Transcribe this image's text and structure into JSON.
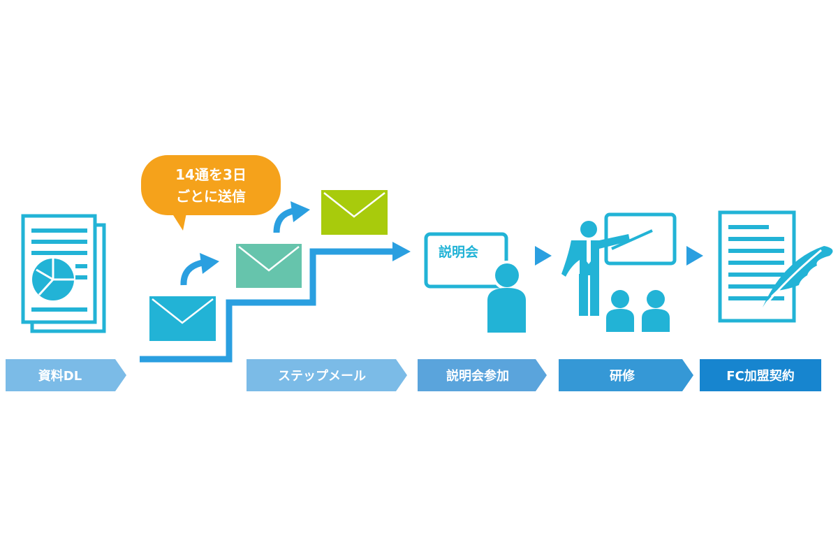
{
  "colors": {
    "cyan": "#22b3d6",
    "step_blue": "#2a9fe0",
    "orange": "#f5a21b",
    "teal_envelope": "#66c4ac",
    "green_envelope": "#a8cb0c",
    "label_1": "#7bbbe7",
    "label_2": "#7bbbe7",
    "label_3": "#5aa4dc",
    "label_4": "#3598d6",
    "label_5": "#1785cf",
    "white": "#ffffff"
  },
  "bubble": {
    "line1": "14通を3日",
    "line2": "ごとに送信"
  },
  "board_text": "説明会",
  "steps": [
    {
      "label": "資料DL",
      "icon": "document-chart-icon"
    },
    {
      "label": "ステップメール",
      "icon": "envelope-icon"
    },
    {
      "label": "説明会参加",
      "icon": "presentation-board-icon"
    },
    {
      "label": "研修",
      "icon": "teacher-pointer-icon"
    },
    {
      "label": "FC加盟契約",
      "icon": "contract-quill-icon"
    }
  ]
}
